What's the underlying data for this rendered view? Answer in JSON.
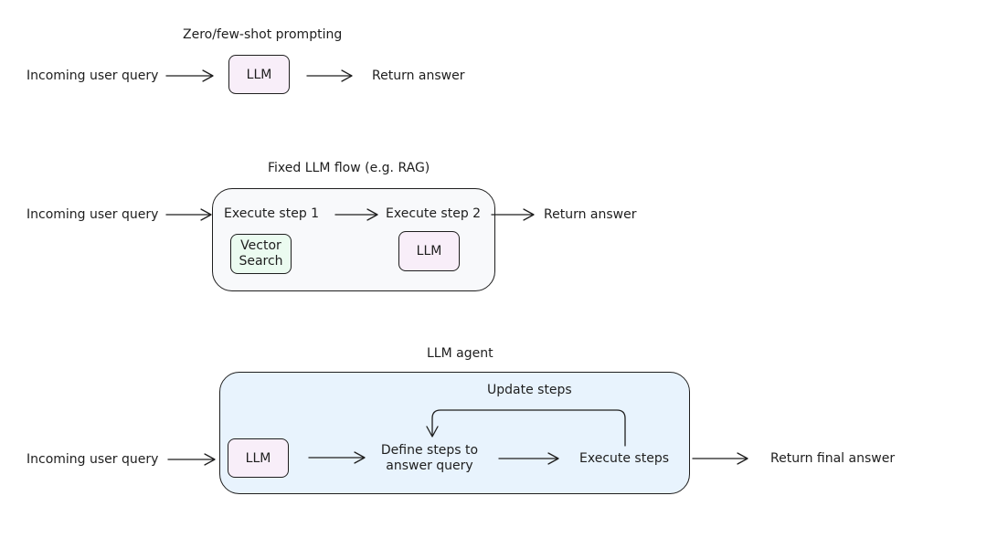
{
  "section1": {
    "title": "Zero/few-shot prompting",
    "input": "Incoming user query",
    "llm": "LLM",
    "output": "Return answer"
  },
  "section2": {
    "title": "Fixed LLM flow (e.g. RAG)",
    "input": "Incoming user query",
    "step1": "Execute step 1",
    "step2": "Execute step 2",
    "vector_search": "Vector\nSearch",
    "llm": "LLM",
    "output": "Return answer"
  },
  "section3": {
    "title": "LLM agent",
    "input": "Incoming user query",
    "llm": "LLM",
    "define_steps": "Define steps to\nanswer query",
    "execute_steps": "Execute steps",
    "update_steps": "Update steps",
    "output": "Return final answer"
  },
  "colors": {
    "stroke": "#1e1e1e",
    "llm_fill": "#f8eef9",
    "vector_fill": "#ebfbf0",
    "flow_fill": "#f8f9fb",
    "agent_fill": "#e8f3fd"
  }
}
